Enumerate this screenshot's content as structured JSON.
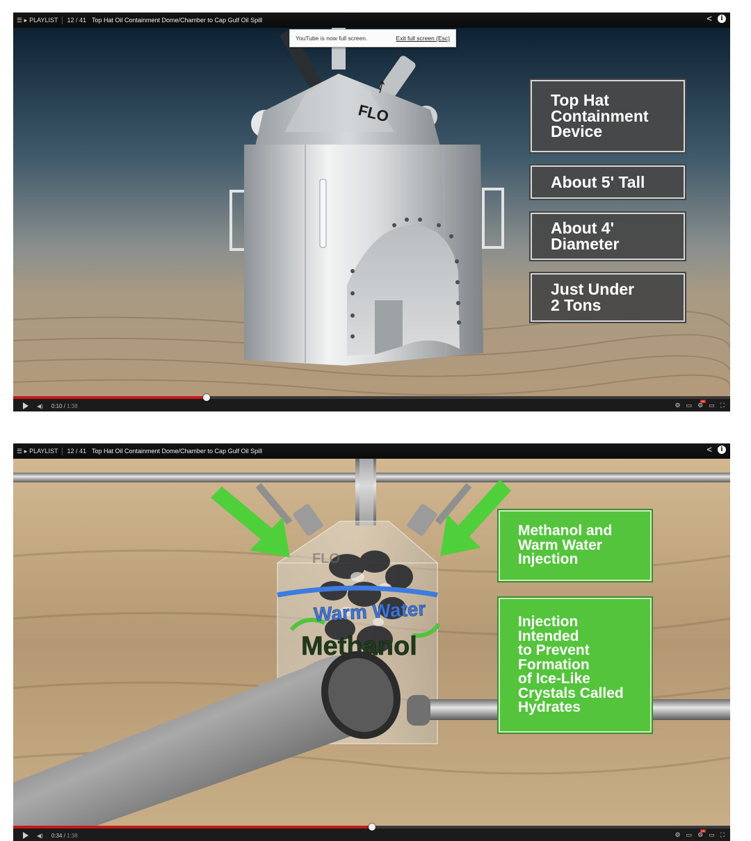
{
  "players": [
    {
      "topbar": {
        "playlist_label": "PLAYLIST",
        "index": "12 / 41",
        "title": "Top Hat Oil Containment Dome/Chamber to Cap Gulf Oil Spill"
      },
      "fullscreen_notice": {
        "message": "YouTube is now full screen.",
        "exit_label": "Exit full screen (Esc)"
      },
      "scene_text": {
        "dome_label": "FLO",
        "dome_arrow": "↑"
      },
      "info_boxes": [
        "Top Hat\nContainment\nDevice",
        "About 5' Tall",
        "About 4'\nDiameter",
        "Just Under\n2 Tons"
      ],
      "controls": {
        "time_current": "0:10",
        "time_duration": "1:38",
        "progress": 0.27
      }
    },
    {
      "topbar": {
        "playlist_label": "PLAYLIST",
        "index": "12 / 41",
        "title": "Top Hat Oil Containment Dome/Chamber to Cap Gulf Oil Spill"
      },
      "scene_text": {
        "warm_water_label": "Warm Water",
        "methanol_label": "Methanol",
        "dome_label": "FLO"
      },
      "info_boxes": [
        "Methanol and\nWarm Water\nInjection",
        "Injection\nIntended\nto Prevent\nFormation\nof Ice-Like\nCrystals Called\nHydrates"
      ],
      "controls": {
        "time_current": "0:34",
        "time_duration": "1:38",
        "progress": 0.5
      }
    }
  ],
  "colors": {
    "progress_red": "#c4191a",
    "box_gray": "#484848",
    "box_green": "#53c43b",
    "arrow_green": "#4fcf3a"
  }
}
